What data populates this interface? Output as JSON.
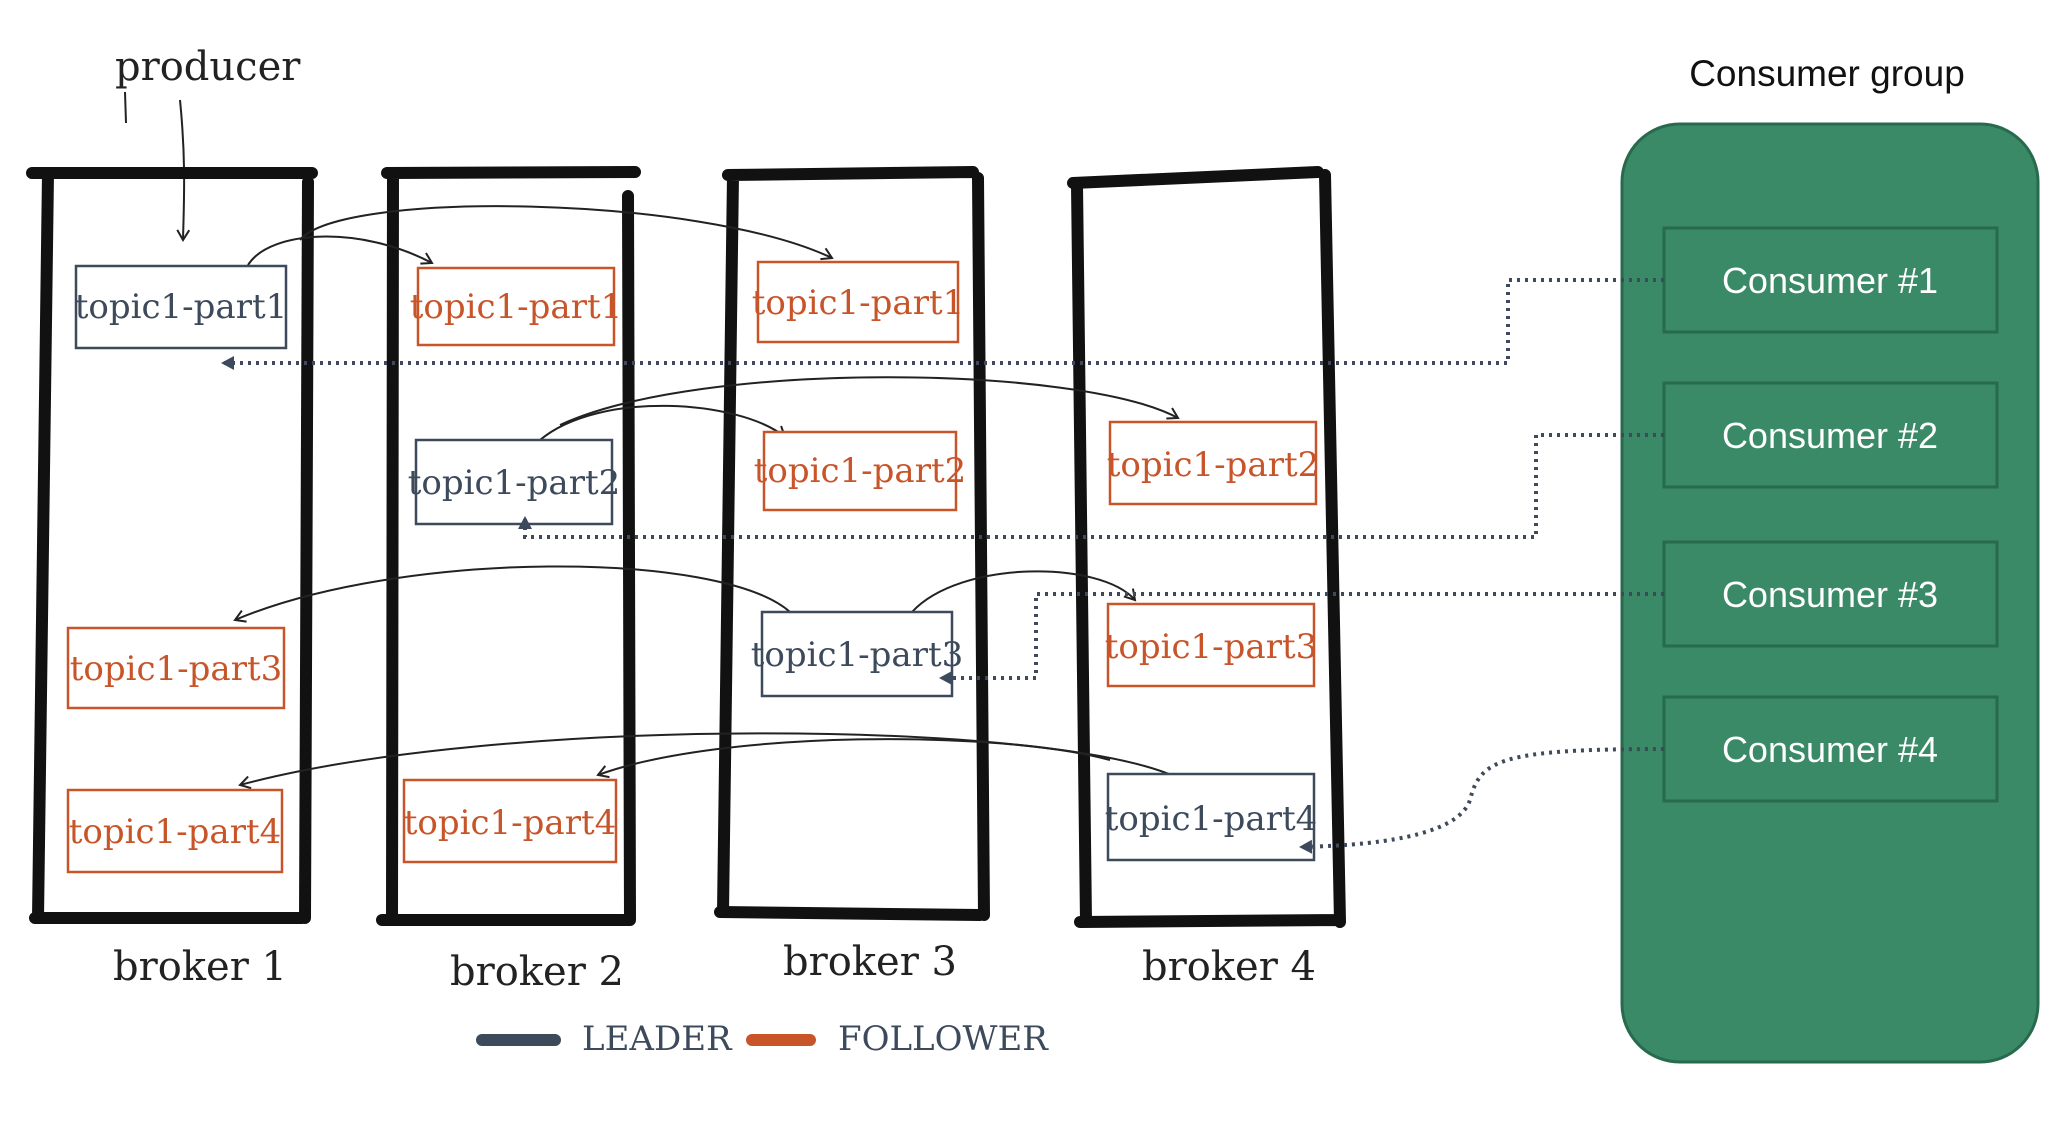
{
  "producer_label": "producer",
  "brokers": [
    {
      "label": "broker 1"
    },
    {
      "label": "broker 2"
    },
    {
      "label": "broker 3"
    },
    {
      "label": "broker 4"
    }
  ],
  "partitions": [
    {
      "id": "p1-b1",
      "label": "topic1-part1",
      "role": "leader"
    },
    {
      "id": "p1-b2",
      "label": "topic1-part1",
      "role": "follower"
    },
    {
      "id": "p1-b3",
      "label": "topic1-part1",
      "role": "follower"
    },
    {
      "id": "p2-b2",
      "label": "topic1-part2",
      "role": "leader"
    },
    {
      "id": "p2-b3",
      "label": "topic1-part2",
      "role": "follower"
    },
    {
      "id": "p2-b4",
      "label": "topic1-part2",
      "role": "follower"
    },
    {
      "id": "p3-b1",
      "label": "topic1-part3",
      "role": "follower"
    },
    {
      "id": "p3-b3",
      "label": "topic1-part3",
      "role": "leader"
    },
    {
      "id": "p3-b4",
      "label": "topic1-part3",
      "role": "follower"
    },
    {
      "id": "p4-b1",
      "label": "topic1-part4",
      "role": "follower"
    },
    {
      "id": "p4-b2",
      "label": "topic1-part4",
      "role": "follower"
    },
    {
      "id": "p4-b4",
      "label": "topic1-part4",
      "role": "leader"
    }
  ],
  "legend": {
    "leader": "LEADER",
    "follower": "FOLLOWER"
  },
  "consumer_group": {
    "title": "Consumer group",
    "consumers": [
      {
        "label": "Consumer #1"
      },
      {
        "label": "Consumer #2"
      },
      {
        "label": "Consumer #3"
      },
      {
        "label": "Consumer #4"
      }
    ]
  },
  "colors": {
    "leader": "#3d4a5c",
    "follower": "#c8552a",
    "group_fill": "#3a8a68",
    "group_stroke": "#276a4e",
    "consumer_text": "#ffffff"
  }
}
